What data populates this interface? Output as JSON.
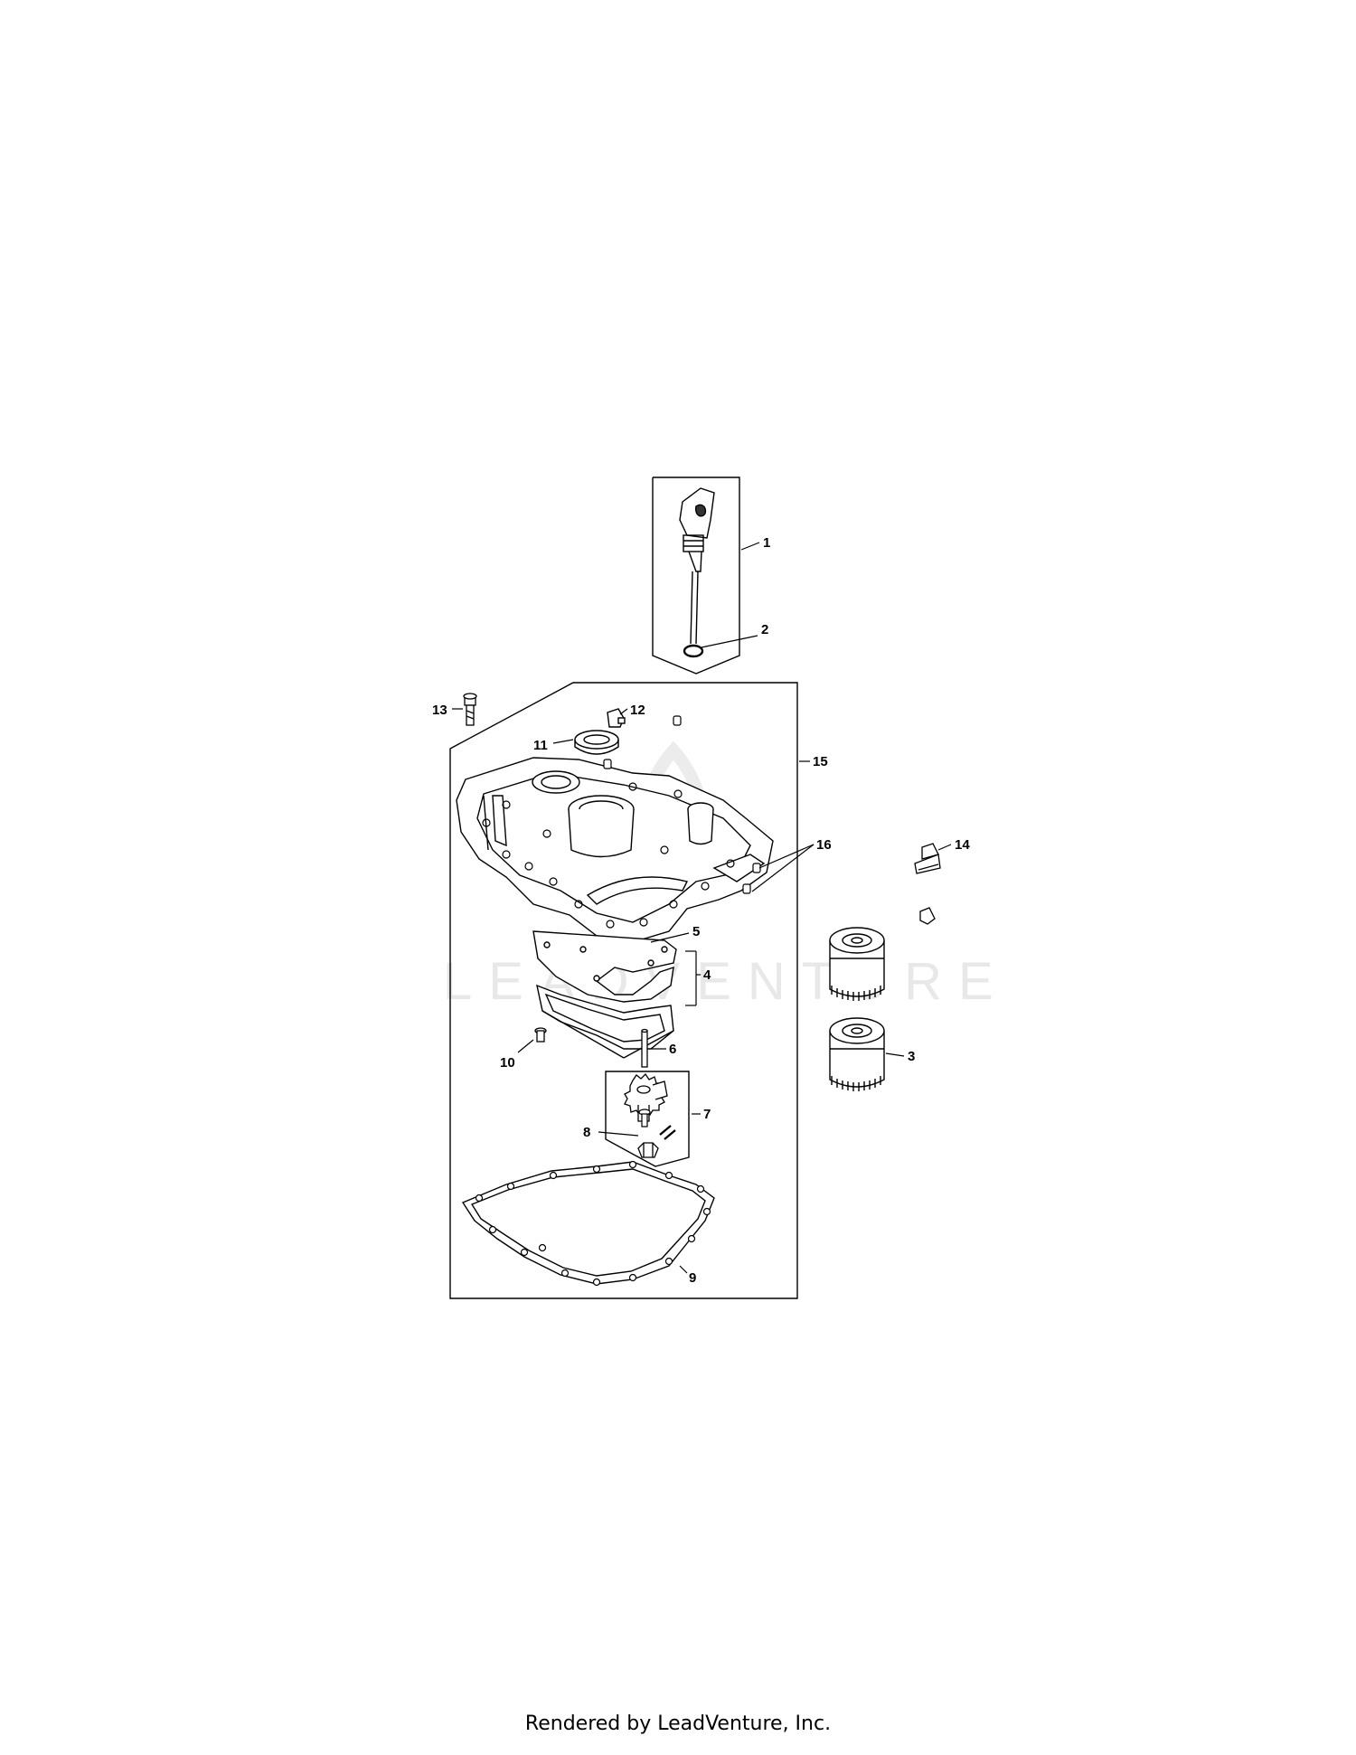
{
  "watermark": "LEADVENTURE",
  "footer": "Rendered by LeadVenture, Inc.",
  "callouts": [
    "1",
    "2",
    "3",
    "4",
    "5",
    "6",
    "7",
    "8",
    "9",
    "10",
    "11",
    "12",
    "13",
    "14",
    "15",
    "16"
  ]
}
